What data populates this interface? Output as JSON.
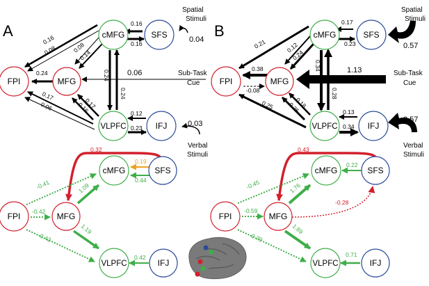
{
  "panels": {
    "A": {
      "label": "A",
      "nodes": {
        "fpi": "FPI",
        "mfg": "MFG",
        "cmfg": "cMFG",
        "sfs": "SFS",
        "vlpfc": "VLPFC",
        "ifj": "IFJ",
        "fpi2": "FPI",
        "mfg2": "MFG",
        "cmfg2": "cMFG",
        "sfs2": "SFS",
        "vlpfc2": "VLPFC",
        "ifj2": "IFJ"
      },
      "inputs": {
        "spatial": [
          "Spatial",
          "Stimuli"
        ],
        "spatial_val": "0.04",
        "subtask": [
          "Sub-Task",
          "Cue"
        ],
        "subtask_val": "0.06",
        "verbal": [
          "Verbal",
          "Stimuli"
        ],
        "verbal_val": "0.03"
      },
      "top_edges": {
        "sfs_cmfg": "0.16",
        "cmfg_sfs": "0.16",
        "cmfg_fpi_a": "0.16",
        "cmfg_fpi_b": "0.08",
        "cmfg_mfg_a": "0.08",
        "cmfg_mfg_b": "0.14",
        "mfg_fpi": "0.24",
        "cmfg_vlpfc": "0.24",
        "vlpfc_cmfg": "0.24",
        "vlpfc_mfg_a": "0.17",
        "vlpfc_mfg_b": "0.16",
        "vlpfc_fpi_a": "0.17",
        "vlpfc_fpi_b": "0.06",
        "ifj_vlpfc": "0.12",
        "vlpfc_ifj": "0.23"
      },
      "bottom_edges": {
        "sfs_vlpfc": "0.32",
        "sfs_cmfg": "0.19",
        "cmfg_sfs": "0.44",
        "fpi_cmfg": "-0.41",
        "fpi_mfg": "-0.42",
        "fpi_vlpfc": "-0.42",
        "mfg_cmfg": "1.09",
        "mfg_vlpfc": "1.19",
        "ifj_vlpfc": "0.42"
      }
    },
    "B": {
      "label": "B",
      "nodes": {
        "fpi": "FPI",
        "mfg": "MFG",
        "cmfg": "cMFG",
        "sfs": "SFS",
        "vlpfc": "VLPFC",
        "ifj": "IFJ",
        "fpi2": "FPI",
        "mfg2": "MFG",
        "cmfg2": "cMFG",
        "sfs2": "SFS",
        "vlpfc2": "VLPFC",
        "ifj2": "IFJ"
      },
      "inputs": {
        "spatial": [
          "Spatial",
          "Stimuli"
        ],
        "spatial_val": "0.57",
        "subtask": [
          "Sub-Task",
          "Cue"
        ],
        "subtask_val": "1.13",
        "verbal": [
          "Verbal",
          "Stimuli"
        ],
        "verbal_val": "0.57"
      },
      "top_edges": {
        "sfs_cmfg": "0.17",
        "cmfg_sfs": "0.23",
        "cmfg_fpi": "0.21",
        "cmfg_mfg_a": "0.12",
        "cmfg_mfg_b": "0.24",
        "mfg_fpi": "0.38",
        "fpi_mfg": "-0.08",
        "cmfg_vlpfc": "0.34",
        "vlpfc_cmfg": "0.28",
        "vlpfc_mfg_a": "0.18",
        "vlpfc_mfg_b": "0.25",
        "vlpfc_fpi": "0.25",
        "ifj_vlpfc": "0.13",
        "vlpfc_ifj": "0.34"
      },
      "bottom_edges": {
        "sfs_vlpfc": "0.43",
        "cmfg_sfs": "0.22",
        "mfg_sfs": "-0.28",
        "fpi_cmfg": "-0.45",
        "fpi_mfg": "-0.59",
        "fpi_vlpfc": "-0.79",
        "mfg_cmfg": "1.76",
        "mfg_vlpfc": "1.89",
        "ifj_vlpfc": "0.71"
      }
    }
  },
  "colors": {
    "red": "#d2202c",
    "green": "#3fae49",
    "blue": "#2a4b9b",
    "orange": "#f0a01e",
    "black": "#000000",
    "brain": "#7a7a7a"
  }
}
